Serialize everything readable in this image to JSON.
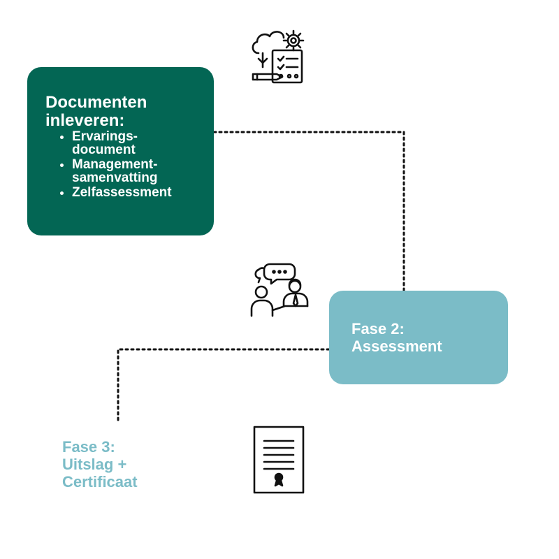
{
  "phase1": {
    "title_line1": "Documenten",
    "title_line2": "inleveren:",
    "items": [
      {
        "line1": "Ervarings-",
        "line2": "document"
      },
      {
        "line1": "Management-",
        "line2": "samenvatting"
      },
      {
        "line1": "Zelfassessment",
        "line2": ""
      }
    ]
  },
  "phase2": {
    "line1": "Fase 2:",
    "line2": "Assessment"
  },
  "phase3": {
    "line1": "Fase 3:",
    "line2": "Uitslag +",
    "line3": "Certificaat"
  },
  "icons": {
    "phase1": "cloud-gear-document-icon",
    "phase2": "conversation-meeting-icon",
    "phase3": "certificate-icon"
  },
  "colors": {
    "phase1_box": "#036654",
    "phase2_box": "#7bbcc7",
    "phase3_text": "#7bbcc7",
    "connector": "#111111"
  }
}
